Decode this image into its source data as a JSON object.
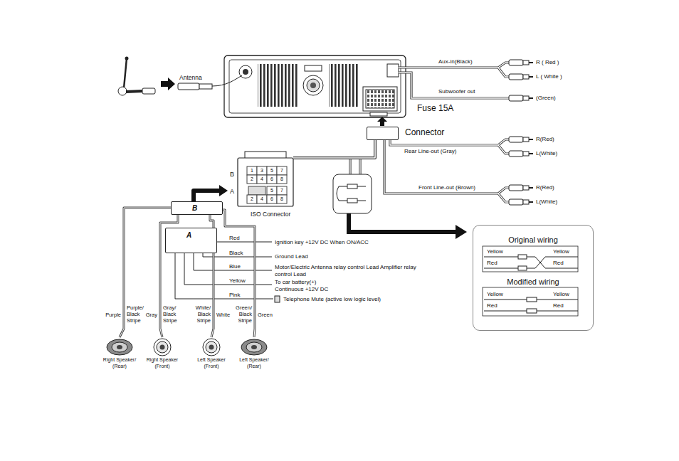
{
  "diagram": {
    "nodes": [
      {
        "text": [
          "Antenna"
        ]
      },
      {
        "text": [
          "Connector"
        ]
      },
      {
        "text": [
          "B",
          "A",
          "ISO Connector"
        ]
      },
      {
        "text": [
          "B"
        ]
      },
      {
        "text": [
          "A"
        ]
      },
      {
        "text": [
          "Right Speaker/ (Rear)"
        ]
      },
      {
        "text": [
          "Right Speaker (Front)"
        ]
      },
      {
        "text": [
          "Left Speaker (Front)"
        ]
      },
      {
        "text": [
          "Left Speaker/ (Rear)"
        ]
      },
      {
        "text": [
          "Original wiring",
          "Modified wiring"
        ]
      }
    ],
    "edges": [
      {
        "from": 2,
        "to": 1,
        "arrow": "none"
      },
      {
        "from": 3,
        "to": 2,
        "arrow": "to"
      },
      {
        "from": 3,
        "to": 5,
        "arrow": "none"
      },
      {
        "from": 3,
        "to": 6,
        "arrow": "none"
      },
      {
        "from": 3,
        "to": 7,
        "arrow": "none"
      },
      {
        "from": 3,
        "to": 8,
        "arrow": "none"
      }
    ],
    "labels": [
      "Aux-in(Black)",
      "R ( Red )",
      "L ( White )",
      "Subwoofer out",
      "(Green)",
      "Fuse 15A",
      "Rear Line-out (Gray)",
      "R(Red)",
      "L(White)",
      "Front Line-out (Brown)",
      "R(Red)",
      "L(White)",
      "1",
      "3",
      "5",
      "7",
      "2",
      "4",
      "6",
      "8",
      "5",
      "7",
      "2",
      "4",
      "6",
      "8",
      "Red",
      "Ignition key +12V DC When ON/ACC",
      "Black",
      "Ground Lead",
      "Blue",
      "Motor/Electric Antenna relay control Lead Amplifier relay control Lead",
      "Yellow",
      "To car battery(+) Continuous +12V DC",
      "Pink",
      "Telephone Mute (active low logic level)",
      "Purple",
      "Purple/ Black Stripe",
      "Gray",
      "Gray/ Black Stripe",
      "White/ Black Stripe",
      "White",
      "Green/ Black Stripe",
      "Green",
      "Yellow",
      "Yellow",
      "Red",
      "Red",
      "Yellow",
      "Yellow",
      "Red",
      "Red"
    ]
  }
}
